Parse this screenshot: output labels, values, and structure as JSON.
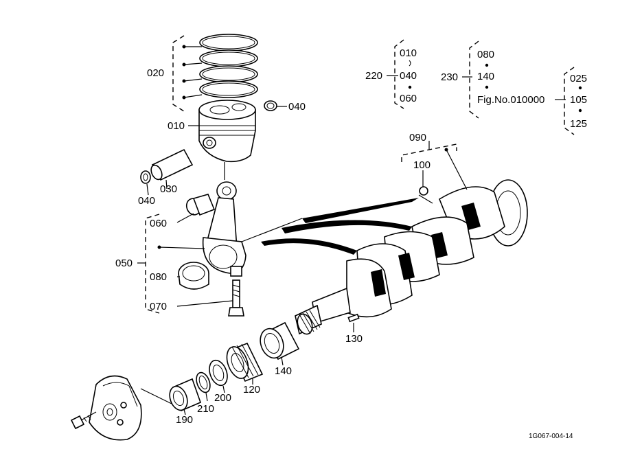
{
  "labels": {
    "p010": "010",
    "p020": "020",
    "p030": "030",
    "p040a": "040",
    "p040b": "040",
    "p050": "050",
    "p060": "060",
    "p070": "070",
    "p080": "080",
    "p090": "090",
    "p100": "100",
    "p120": "120",
    "p130": "130",
    "p140": "140",
    "p190": "190",
    "p200": "200",
    "p210": "210"
  },
  "groups": {
    "g220": {
      "label": "220",
      "items": [
        "010",
        "040",
        "060"
      ]
    },
    "g230": {
      "label": "230",
      "items": [
        "080",
        "140",
        "Fig.No.010000"
      ]
    },
    "gfig": {
      "items": [
        "025",
        "105",
        "125"
      ]
    }
  },
  "drawing_id": "1G067-004-14"
}
